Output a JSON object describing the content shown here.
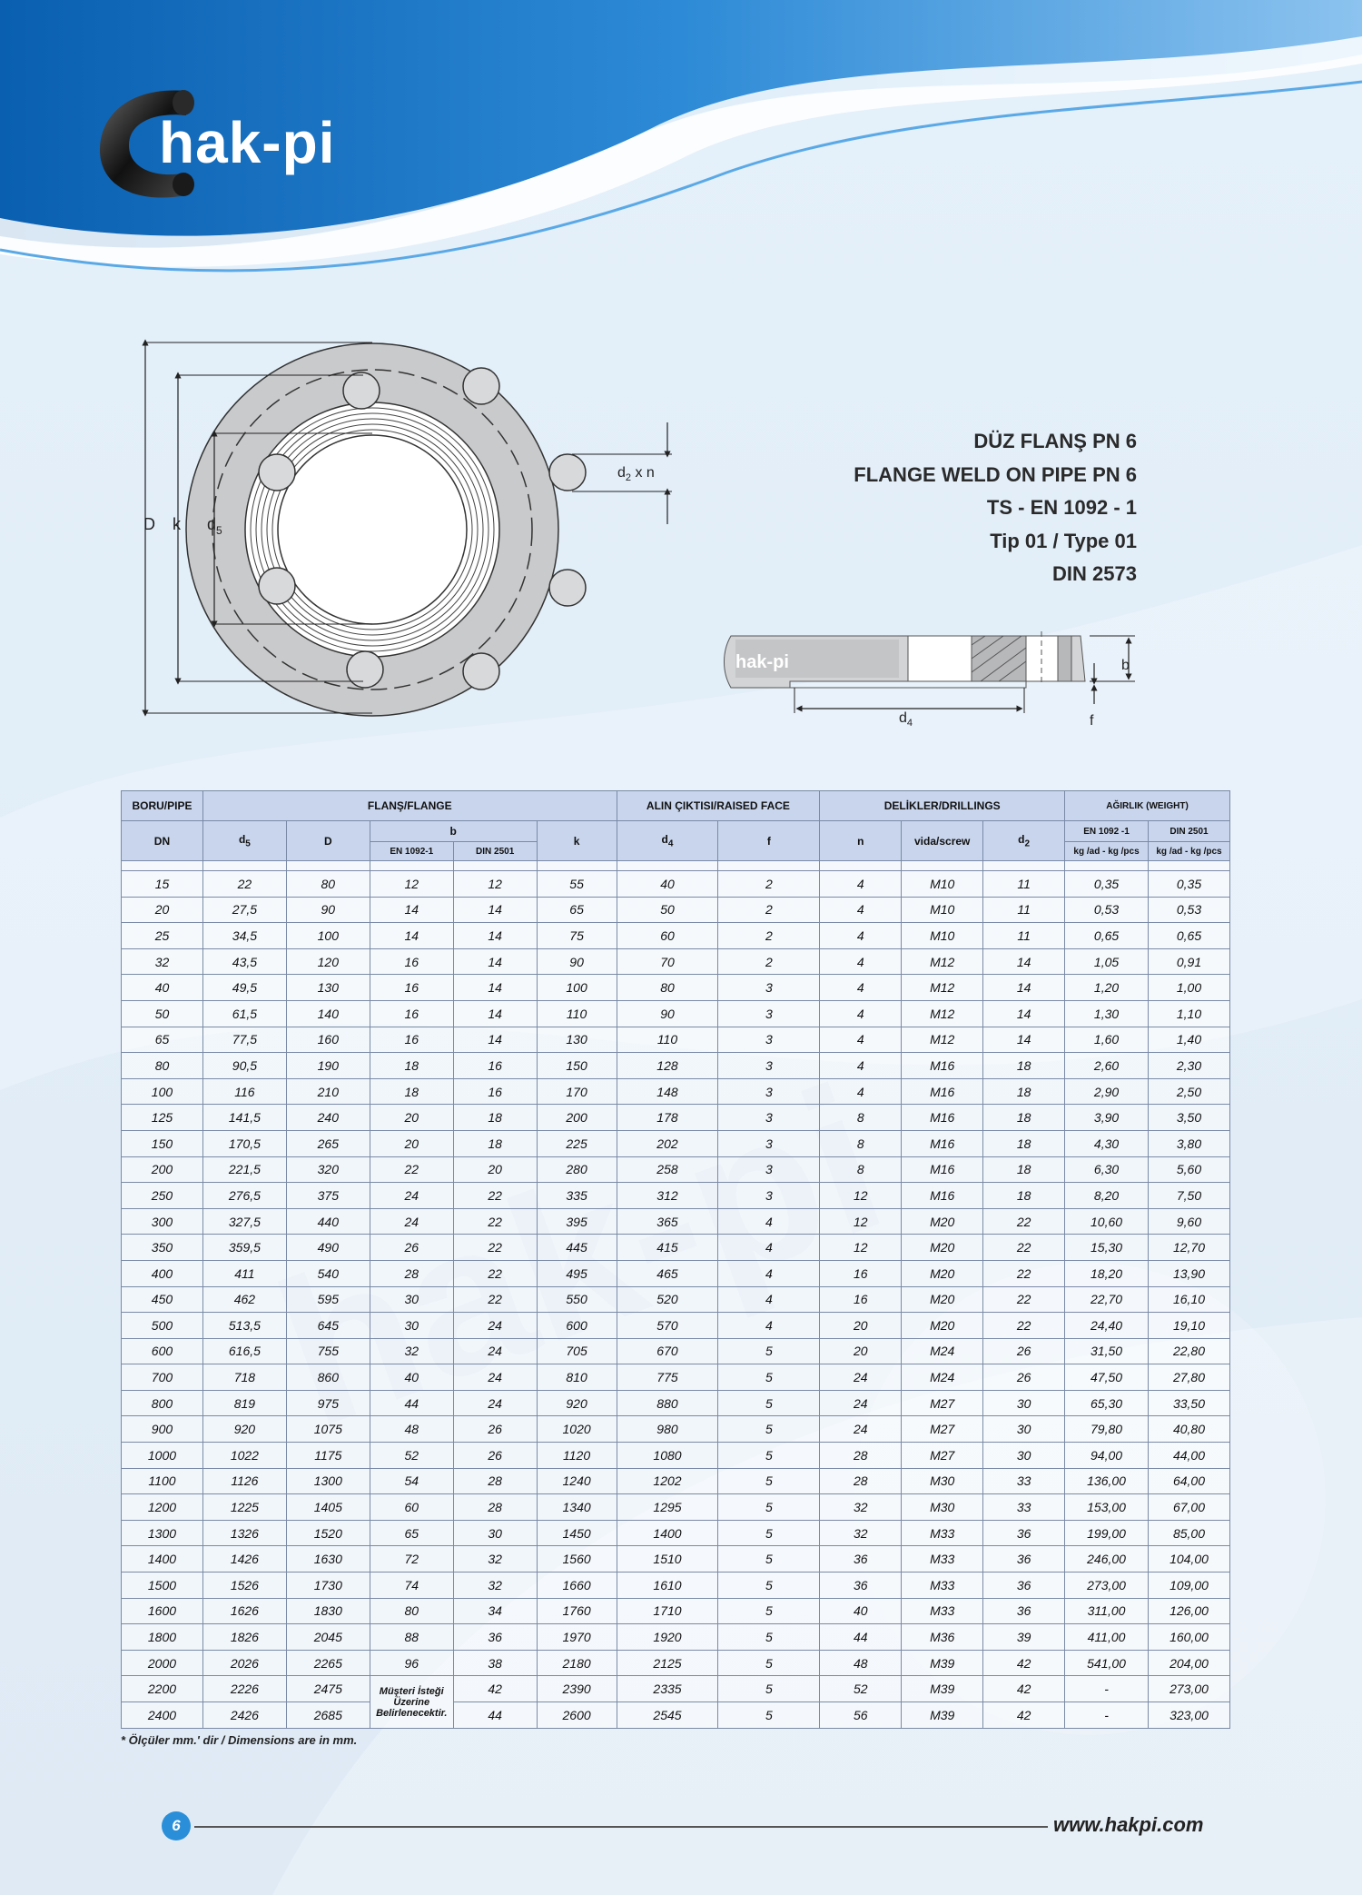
{
  "brand": {
    "logo_text": "hak-pi",
    "small_logo_text": "hak-pi"
  },
  "titles": [
    "DÜZ FLANŞ PN 6",
    "FLANGE WELD ON PIPE PN 6",
    "TS - EN 1092 - 1",
    "Tip 01 / Type 01",
    "DIN 2573"
  ],
  "drawing_labels": {
    "D": "D",
    "k": "k",
    "d5": "d",
    "d5_sub": "5",
    "d2xn": "d",
    "d2xn_sub": "2",
    "d2xn_rest": " x n",
    "b": "b",
    "f": "f",
    "d4": "d",
    "d4_sub": "4"
  },
  "table": {
    "group_headers": {
      "pipe": "BORU/PIPE",
      "flange": "FLANŞ/FLANGE",
      "raised_face": "ALIN ÇIKTISI/RAISED FACE",
      "drillings": "DELİKLER/DRILLINGS",
      "weight": "AĞIRLIK (WEIGHT)"
    },
    "col_headers": {
      "dn": "DN",
      "d5": "d",
      "d5_sub": "5",
      "D": "D",
      "b": "b",
      "k": "k",
      "d4": "d",
      "d4_sub": "4",
      "f": "f",
      "n": "n",
      "screw": "vida/screw",
      "d2": "d",
      "d2_sub": "2",
      "w_en": "EN 1092 -1",
      "w_din": "DIN 2501"
    },
    "sub_headers": {
      "b_en": "EN 1092-1",
      "b_din": "DIN 2501",
      "w_en_unit": "kg /ad - kg /pcs",
      "w_din_unit": "kg /ad - kg /pcs"
    },
    "note_text": "Müşteri İsteği Üzerine Belirlenecektir.",
    "rows": [
      [
        "15",
        "22",
        "80",
        "12",
        "12",
        "55",
        "40",
        "2",
        "4",
        "M10",
        "11",
        "0,35",
        "0,35"
      ],
      [
        "20",
        "27,5",
        "90",
        "14",
        "14",
        "65",
        "50",
        "2",
        "4",
        "M10",
        "11",
        "0,53",
        "0,53"
      ],
      [
        "25",
        "34,5",
        "100",
        "14",
        "14",
        "75",
        "60",
        "2",
        "4",
        "M10",
        "11",
        "0,65",
        "0,65"
      ],
      [
        "32",
        "43,5",
        "120",
        "16",
        "14",
        "90",
        "70",
        "2",
        "4",
        "M12",
        "14",
        "1,05",
        "0,91"
      ],
      [
        "40",
        "49,5",
        "130",
        "16",
        "14",
        "100",
        "80",
        "3",
        "4",
        "M12",
        "14",
        "1,20",
        "1,00"
      ],
      [
        "50",
        "61,5",
        "140",
        "16",
        "14",
        "110",
        "90",
        "3",
        "4",
        "M12",
        "14",
        "1,30",
        "1,10"
      ],
      [
        "65",
        "77,5",
        "160",
        "16",
        "14",
        "130",
        "110",
        "3",
        "4",
        "M12",
        "14",
        "1,60",
        "1,40"
      ],
      [
        "80",
        "90,5",
        "190",
        "18",
        "16",
        "150",
        "128",
        "3",
        "4",
        "M16",
        "18",
        "2,60",
        "2,30"
      ],
      [
        "100",
        "116",
        "210",
        "18",
        "16",
        "170",
        "148",
        "3",
        "4",
        "M16",
        "18",
        "2,90",
        "2,50"
      ],
      [
        "125",
        "141,5",
        "240",
        "20",
        "18",
        "200",
        "178",
        "3",
        "8",
        "M16",
        "18",
        "3,90",
        "3,50"
      ],
      [
        "150",
        "170,5",
        "265",
        "20",
        "18",
        "225",
        "202",
        "3",
        "8",
        "M16",
        "18",
        "4,30",
        "3,80"
      ],
      [
        "200",
        "221,5",
        "320",
        "22",
        "20",
        "280",
        "258",
        "3",
        "8",
        "M16",
        "18",
        "6,30",
        "5,60"
      ],
      [
        "250",
        "276,5",
        "375",
        "24",
        "22",
        "335",
        "312",
        "3",
        "12",
        "M16",
        "18",
        "8,20",
        "7,50"
      ],
      [
        "300",
        "327,5",
        "440",
        "24",
        "22",
        "395",
        "365",
        "4",
        "12",
        "M20",
        "22",
        "10,60",
        "9,60"
      ],
      [
        "350",
        "359,5",
        "490",
        "26",
        "22",
        "445",
        "415",
        "4",
        "12",
        "M20",
        "22",
        "15,30",
        "12,70"
      ],
      [
        "400",
        "411",
        "540",
        "28",
        "22",
        "495",
        "465",
        "4",
        "16",
        "M20",
        "22",
        "18,20",
        "13,90"
      ],
      [
        "450",
        "462",
        "595",
        "30",
        "22",
        "550",
        "520",
        "4",
        "16",
        "M20",
        "22",
        "22,70",
        "16,10"
      ],
      [
        "500",
        "513,5",
        "645",
        "30",
        "24",
        "600",
        "570",
        "4",
        "20",
        "M20",
        "22",
        "24,40",
        "19,10"
      ],
      [
        "600",
        "616,5",
        "755",
        "32",
        "24",
        "705",
        "670",
        "5",
        "20",
        "M24",
        "26",
        "31,50",
        "22,80"
      ],
      [
        "700",
        "718",
        "860",
        "40",
        "24",
        "810",
        "775",
        "5",
        "24",
        "M24",
        "26",
        "47,50",
        "27,80"
      ],
      [
        "800",
        "819",
        "975",
        "44",
        "24",
        "920",
        "880",
        "5",
        "24",
        "M27",
        "30",
        "65,30",
        "33,50"
      ],
      [
        "900",
        "920",
        "1075",
        "48",
        "26",
        "1020",
        "980",
        "5",
        "24",
        "M27",
        "30",
        "79,80",
        "40,80"
      ],
      [
        "1000",
        "1022",
        "1175",
        "52",
        "26",
        "1120",
        "1080",
        "5",
        "28",
        "M27",
        "30",
        "94,00",
        "44,00"
      ],
      [
        "1100",
        "1126",
        "1300",
        "54",
        "28",
        "1240",
        "1202",
        "5",
        "28",
        "M30",
        "33",
        "136,00",
        "64,00"
      ],
      [
        "1200",
        "1225",
        "1405",
        "60",
        "28",
        "1340",
        "1295",
        "5",
        "32",
        "M30",
        "33",
        "153,00",
        "67,00"
      ],
      [
        "1300",
        "1326",
        "1520",
        "65",
        "30",
        "1450",
        "1400",
        "5",
        "32",
        "M33",
        "36",
        "199,00",
        "85,00"
      ],
      [
        "1400",
        "1426",
        "1630",
        "72",
        "32",
        "1560",
        "1510",
        "5",
        "36",
        "M33",
        "36",
        "246,00",
        "104,00"
      ],
      [
        "1500",
        "1526",
        "1730",
        "74",
        "32",
        "1660",
        "1610",
        "5",
        "36",
        "M33",
        "36",
        "273,00",
        "109,00"
      ],
      [
        "1600",
        "1626",
        "1830",
        "80",
        "34",
        "1760",
        "1710",
        "5",
        "40",
        "M33",
        "36",
        "311,00",
        "126,00"
      ],
      [
        "1800",
        "1826",
        "2045",
        "88",
        "36",
        "1970",
        "1920",
        "5",
        "44",
        "M36",
        "39",
        "411,00",
        "160,00"
      ],
      [
        "2000",
        "2026",
        "2265",
        "96",
        "38",
        "2180",
        "2125",
        "5",
        "48",
        "M39",
        "42",
        "541,00",
        "204,00"
      ],
      [
        "2200",
        "2226",
        "2475",
        "",
        "42",
        "2390",
        "2335",
        "5",
        "52",
        "M39",
        "42",
        "-",
        "273,00"
      ],
      [
        "2400",
        "2426",
        "2685",
        "",
        "44",
        "2600",
        "2545",
        "5",
        "56",
        "M39",
        "42",
        "-",
        "323,00"
      ]
    ]
  },
  "footnote": "* Ölçüler mm.' dir / Dimensions are in mm.",
  "footer": {
    "page_number": "6",
    "website": "www.hakpi.com"
  }
}
